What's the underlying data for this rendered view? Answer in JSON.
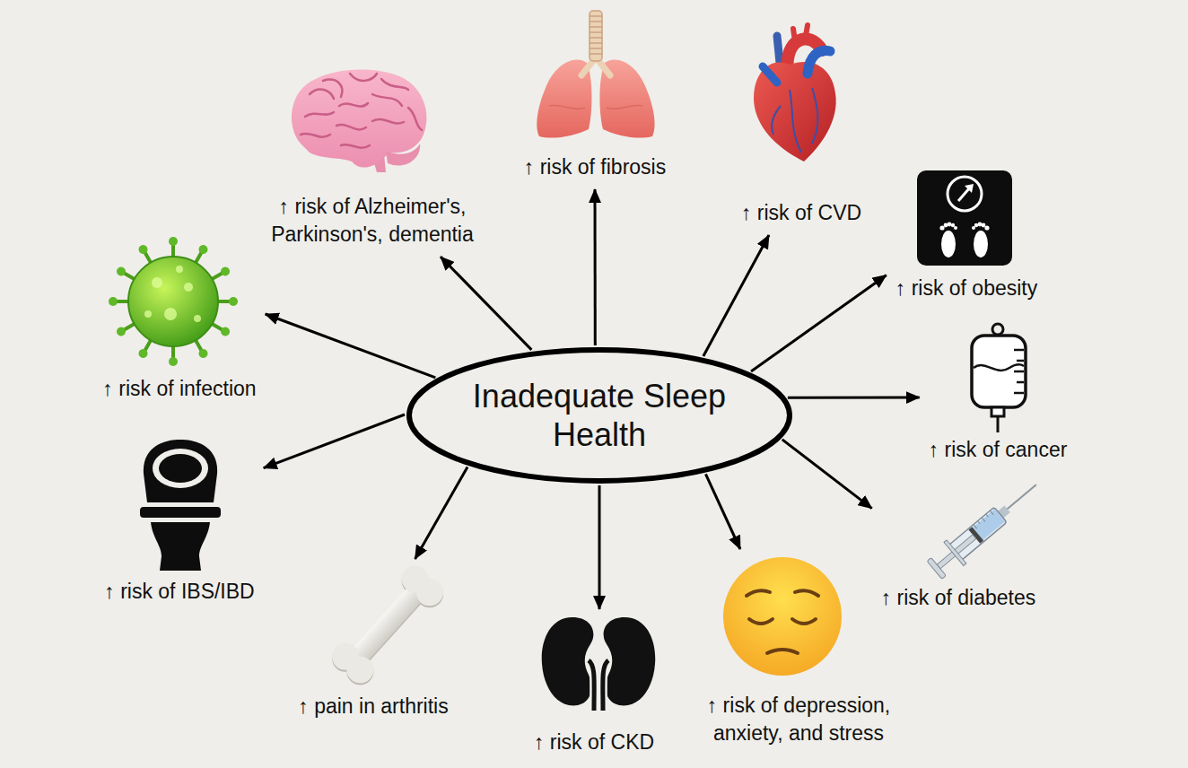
{
  "diagram": {
    "nodes": [
      {
        "text": [
          "Inadequate Sleep Health"
        ]
      },
      {
        "text": [
          "↑ risk of fibrosis"
        ]
      },
      {
        "text": [
          "↑ risk of CVD"
        ]
      },
      {
        "text": [
          "↑ risk of obesity"
        ]
      },
      {
        "text": [
          "↑ risk of cancer"
        ]
      },
      {
        "text": [
          "↑ risk of diabetes"
        ]
      },
      {
        "text": [
          "↑ risk of depression, anxiety, and stress"
        ]
      },
      {
        "text": [
          "↑ risk of CKD"
        ]
      },
      {
        "text": [
          "↑ pain in arthritis"
        ]
      },
      {
        "text": [
          "↑ risk of IBS/IBD"
        ]
      },
      {
        "text": [
          "↑ risk of infection"
        ]
      },
      {
        "text": [
          "↑ risk of Alzheimer's, Parkinson's, dementia"
        ]
      }
    ],
    "edges": [
      {
        "from": 0,
        "to": 1,
        "arrow": "to"
      },
      {
        "from": 0,
        "to": 2,
        "arrow": "to"
      },
      {
        "from": 0,
        "to": 3,
        "arrow": "to"
      },
      {
        "from": 0,
        "to": 4,
        "arrow": "to"
      },
      {
        "from": 0,
        "to": 5,
        "arrow": "to"
      },
      {
        "from": 0,
        "to": 6,
        "arrow": "to"
      },
      {
        "from": 0,
        "to": 7,
        "arrow": "to"
      },
      {
        "from": 0,
        "to": 8,
        "arrow": "to"
      },
      {
        "from": 0,
        "to": 9,
        "arrow": "to"
      },
      {
        "from": 0,
        "to": 10,
        "arrow": "to"
      },
      {
        "from": 0,
        "to": 11,
        "arrow": "to"
      }
    ]
  }
}
